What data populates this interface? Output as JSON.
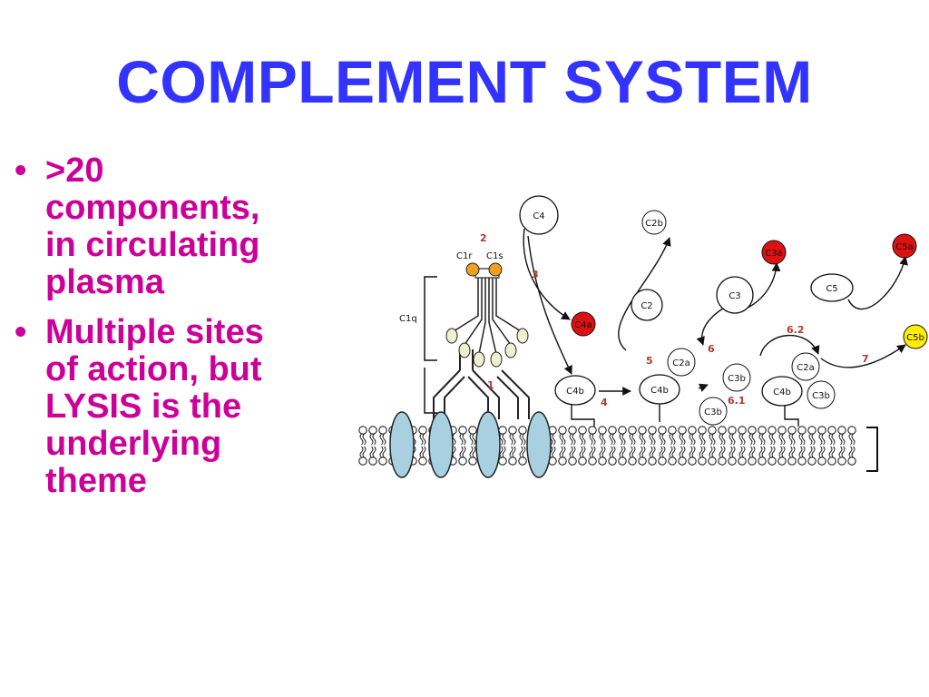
{
  "slide": {
    "title": "COMPLEMENT SYSTEM",
    "bullet_char": "•",
    "bullets": [
      {
        "lines": [
          ">20",
          "components,",
          "in circulating",
          "plasma"
        ]
      },
      {
        "lines": [
          "Multiple sites",
          "of action, but",
          "LYSIS is the",
          "underlying",
          "theme"
        ]
      }
    ]
  },
  "diagram": {
    "labels": {
      "c1q": "C1q",
      "c1r": "C1r",
      "c1s": "C1s",
      "c4": "C4",
      "c4a": "C4a",
      "c4b_1": "C4b",
      "c4b_2": "C4b",
      "c4b_3": "C4b",
      "c2b": "C2b",
      "c2": "C2",
      "c2a_1": "C2a",
      "c2a_2": "C2a",
      "c3": "C3",
      "c3a": "C3a",
      "c3b_1": "C3b",
      "c3b_2": "C3b",
      "c3b_3": "C3b",
      "c5": "C5",
      "c5a": "C5a",
      "c5b": "C5b"
    },
    "steps": {
      "s1": "1",
      "s2": "2",
      "s3": "3",
      "s4": "4",
      "s5": "5",
      "s6": "6",
      "s6_1": "6.1",
      "s6_2": "6.2",
      "s7": "7"
    },
    "colors": {
      "red_component": "#dd1111",
      "yellow_component": "#ffee00",
      "orange_c1": "#f0a020",
      "antibody_fill": "#a8d0e0",
      "step_label": "#b03a2e"
    }
  }
}
